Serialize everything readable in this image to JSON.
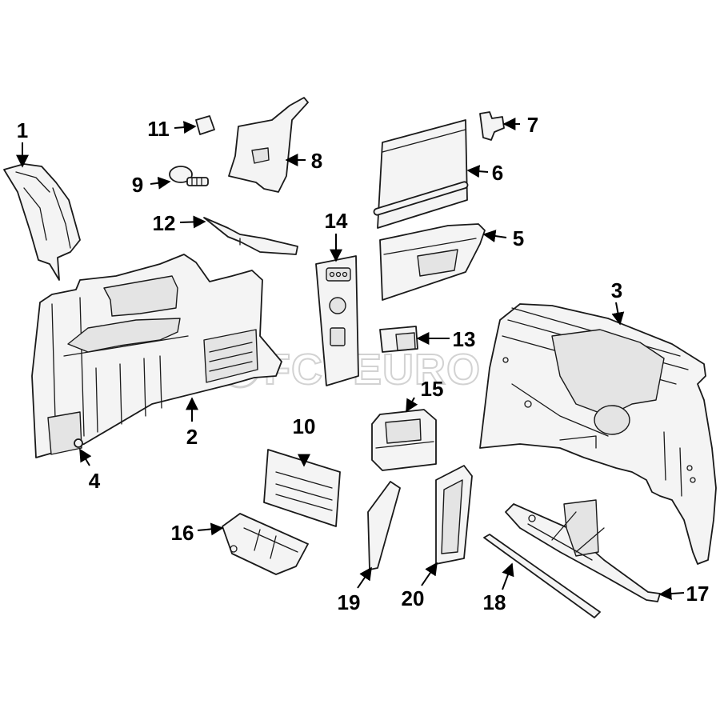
{
  "watermark": "FCPEURO",
  "callouts": {
    "c1": "1",
    "c2": "2",
    "c3": "3",
    "c4": "4",
    "c5": "5",
    "c6": "6",
    "c7": "7",
    "c8": "8",
    "c9": "9",
    "c10": "10",
    "c11": "11",
    "c12": "12",
    "c13": "13",
    "c14": "14",
    "c15": "15",
    "c16": "16",
    "c17": "17",
    "c18": "18",
    "c19": "19",
    "c20": "20"
  },
  "colors": {
    "line": "#1a1a1a",
    "fill": "#f4f4f4",
    "watermark": "#d2d2d2"
  }
}
